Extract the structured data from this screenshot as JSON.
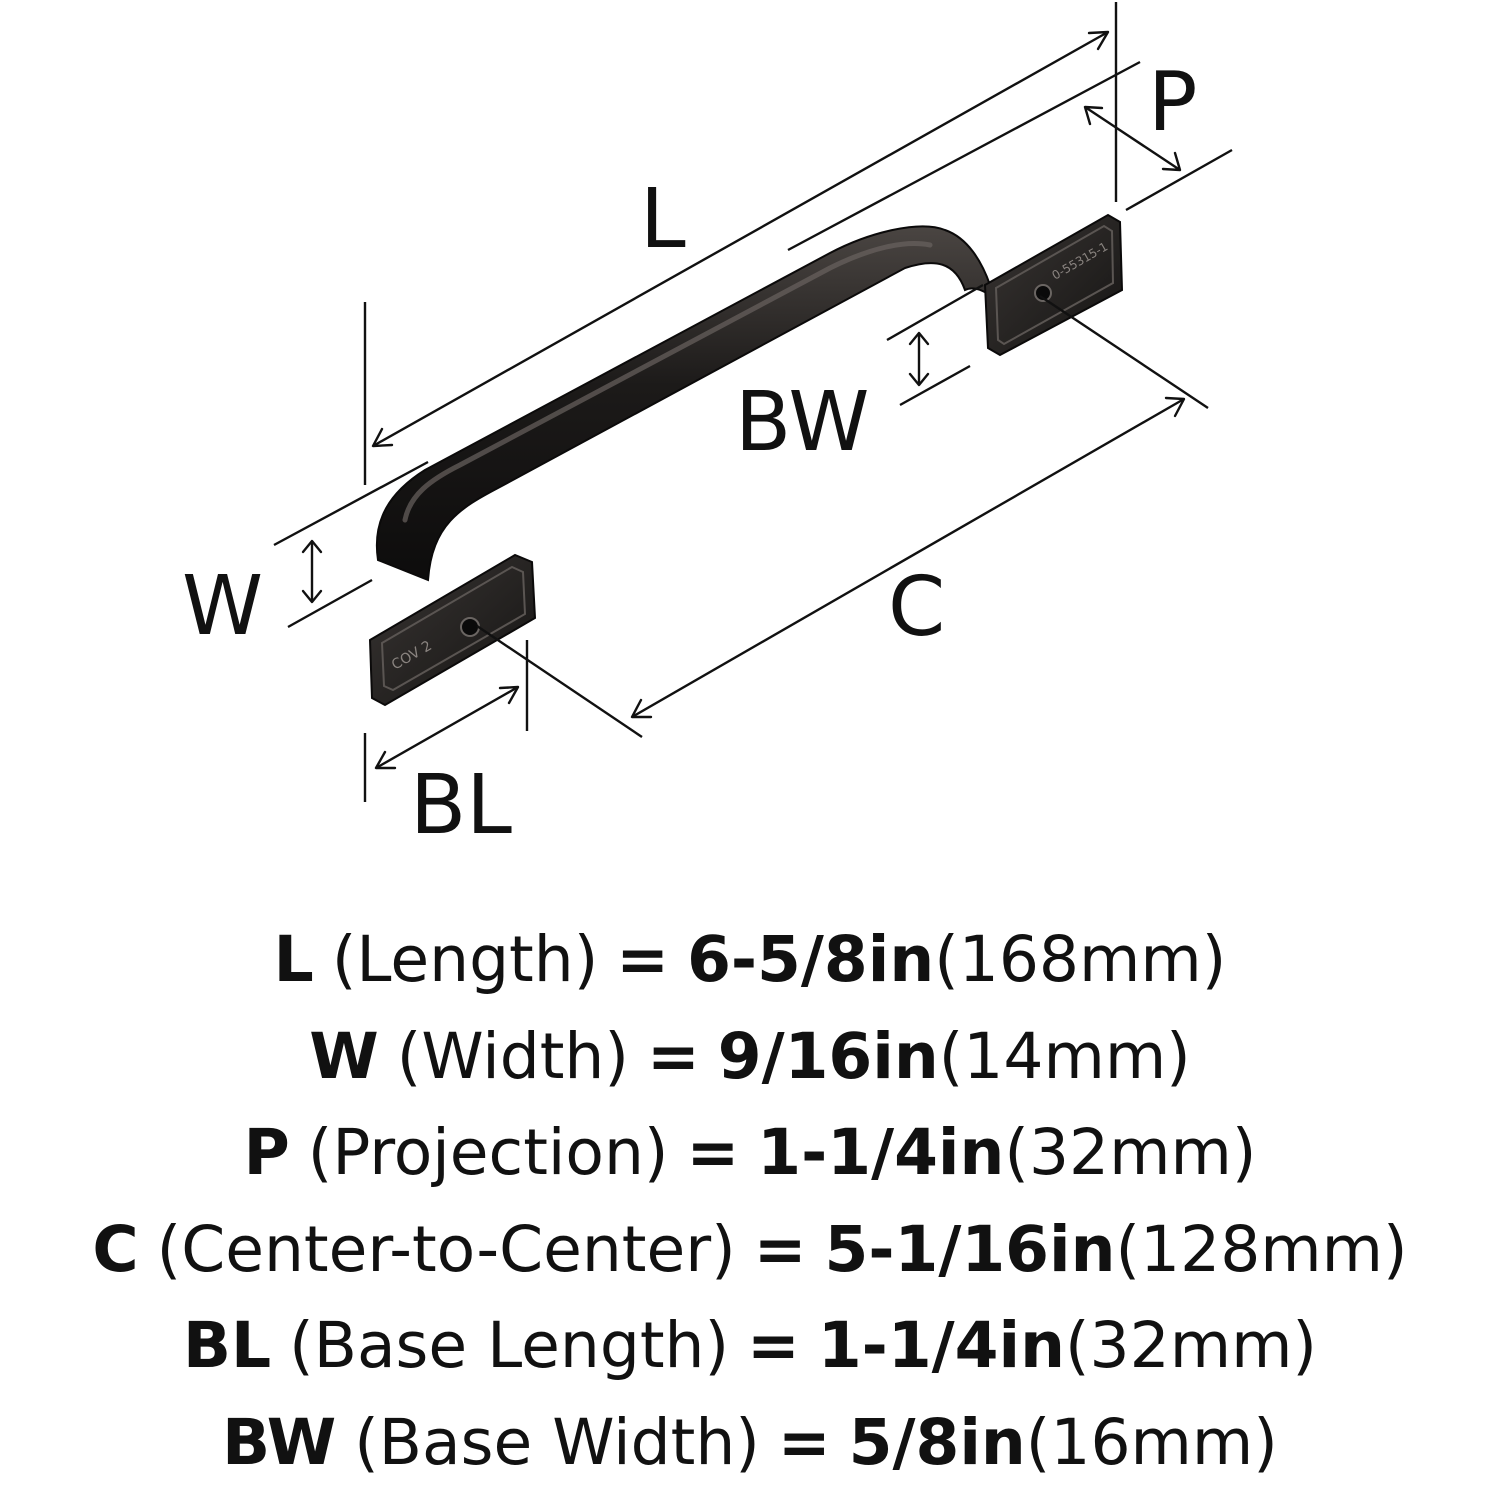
{
  "diagram": {
    "labels": {
      "L": "L",
      "P": "P",
      "BW": "BW",
      "W": "W",
      "C": "C",
      "BL": "BL"
    },
    "base_markings": {
      "left": "COV 2",
      "right": "0-55315-1"
    },
    "colors": {
      "handle": "#1c1a19",
      "handle_highlight": "#4a4542",
      "lines": "#111111"
    }
  },
  "specs": [
    {
      "symbol": "L",
      "name": "(Length)",
      "eq": "=",
      "imperial": "6-5/8in",
      "metric": "(168mm)"
    },
    {
      "symbol": "W",
      "name": "(Width)",
      "eq": "=",
      "imperial": "9/16in",
      "metric": "(14mm)"
    },
    {
      "symbol": "P",
      "name": "(Projection)",
      "eq": "=",
      "imperial": "1-1/4in",
      "metric": "(32mm)"
    },
    {
      "symbol": "C",
      "name": "(Center-to-Center)",
      "eq": "=",
      "imperial": "5-1/16in",
      "metric": "(128mm)"
    },
    {
      "symbol": "BL",
      "name": "(Base Length)",
      "eq": "=",
      "imperial": "1-1/4in",
      "metric": "(32mm)"
    },
    {
      "symbol": "BW",
      "name": "(Base Width)",
      "eq": "=",
      "imperial": "5/8in",
      "metric": "(16mm)"
    }
  ]
}
